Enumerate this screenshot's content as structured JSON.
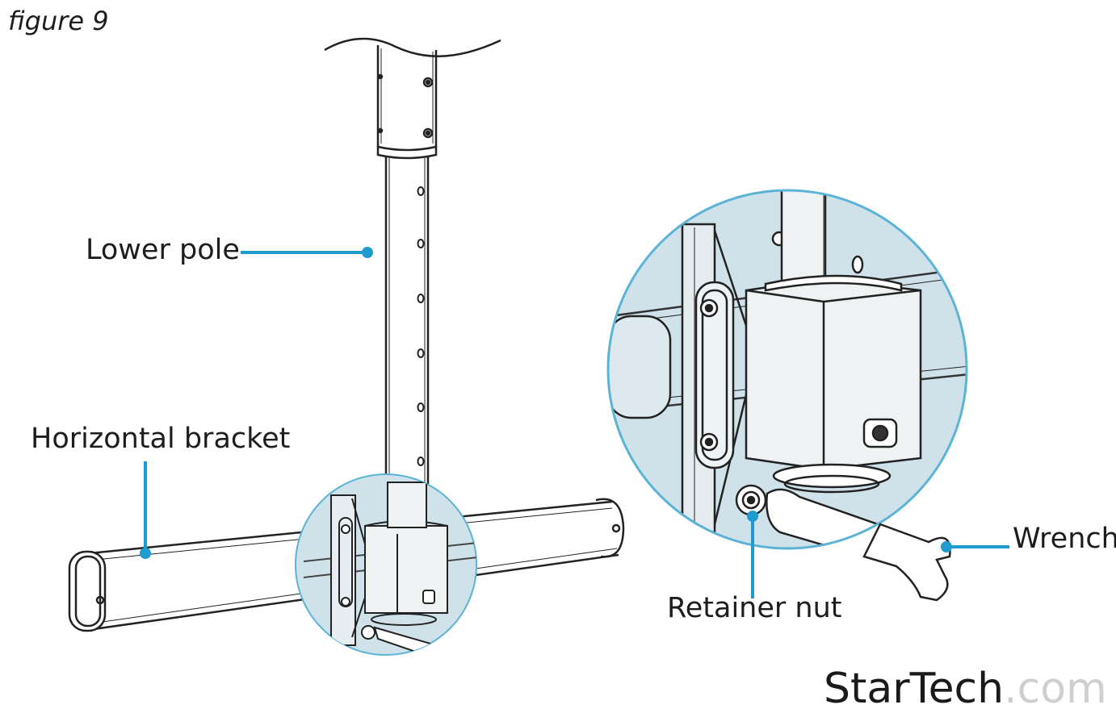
{
  "figure": {
    "caption": "figure 9"
  },
  "labels": {
    "lower_pole": "Lower pole",
    "horizontal_bracket": "Horizontal bracket",
    "retainer_nut": "Retainer nut",
    "wrench": "Wrench"
  },
  "logo": {
    "brand": "StarTech",
    "suffix": ".com"
  },
  "colors": {
    "leader_line": "#1f9bd0",
    "magnifier_fill": "#cfe2ea",
    "magnifier_ring": "#5bb3d6",
    "line_art": "#222222"
  }
}
